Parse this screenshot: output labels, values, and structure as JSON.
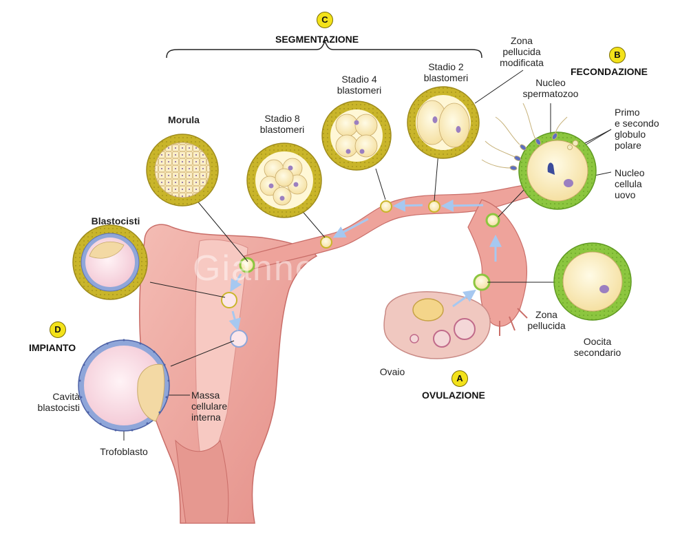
{
  "watermark": "Giannelli",
  "sections": {
    "segmentazione": {
      "badge": "C",
      "title": "SEGMENTAZIONE"
    },
    "fecondazione": {
      "badge": "B",
      "title": "FECONDAZIONE"
    },
    "ovulazione": {
      "badge": "A",
      "title": "OVULAZIONE"
    },
    "impianto": {
      "badge": "D",
      "title": "IMPIANTO"
    }
  },
  "labels": {
    "morula": "Morula",
    "stadio8": "Stadio 8\nblastomeri",
    "stadio4": "Stadio 4\nblastomeri",
    "stadio2": "Stadio 2\nblastomeri",
    "zona_modificata": "Zona\npellucida\nmodificata",
    "nucleo_spermatozoo": "Nucleo\nspermatozoo",
    "globulo_polare": "Primo\ne secondo\nglobulo\npolare",
    "nucleo_uovo": "Nucleo\ncellula\nuovo",
    "blastocisti": "Blastocisti",
    "zona_pellucida": "Zona\npellucida",
    "oocita": "Oocita\nsecondario",
    "ovaio": "Ovaio",
    "cavita": "Cavità\nblastocisti",
    "massa": "Massa\ncellulare\ninterna",
    "trofoblasto": "Trofoblasto"
  },
  "colors": {
    "zona_gold": "#c9b52a",
    "zona_green": "#8cc63f",
    "cytoplasm": "#fbefc0",
    "nucleus": "#9b7fc0",
    "tissue": "#eba6a0",
    "tissue_dark": "#d97f7a",
    "blastocyst_wall": "#8fa6d9"
  }
}
